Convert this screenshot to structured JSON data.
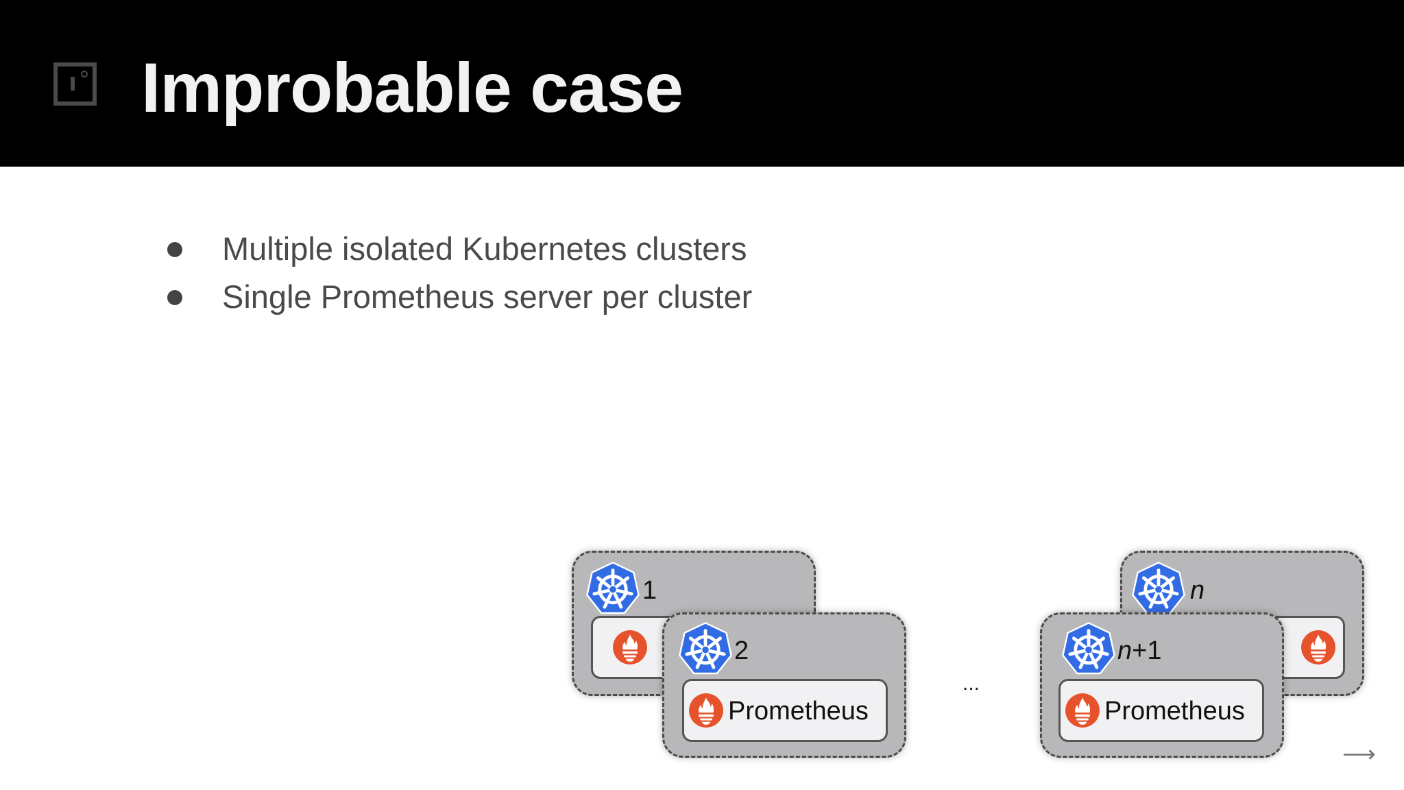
{
  "slide": {
    "title": "Improbable case",
    "bullets": [
      "Multiple isolated Kubernetes clusters",
      "Single Prometheus server per cluster"
    ]
  },
  "diagram": {
    "ellipsis": "...",
    "clusters": [
      {
        "label": "1",
        "label_style": "normal",
        "prometheus_label": ""
      },
      {
        "label": "2",
        "label_style": "normal",
        "prometheus_label": "Prometheus"
      },
      {
        "label": "n",
        "label_style": "italic",
        "prometheus_label": ""
      },
      {
        "label_var": "n",
        "label_suffix": "+1",
        "prometheus_label": "Prometheus"
      }
    ],
    "icons": {
      "cluster": "kubernetes-icon",
      "server": "prometheus-icon",
      "logo": "improbable-logo"
    },
    "colors": {
      "header_bg": "#000000",
      "title": "#f2f2f2",
      "bullet_text": "#4a4a4a",
      "cluster_fill": "#b8b8ba",
      "kubernetes_blue": "#326ce5",
      "prometheus_orange": "#e6522c"
    }
  },
  "navigation": {
    "next_icon": "arrow-right-icon",
    "next_glyph": "⟶"
  }
}
